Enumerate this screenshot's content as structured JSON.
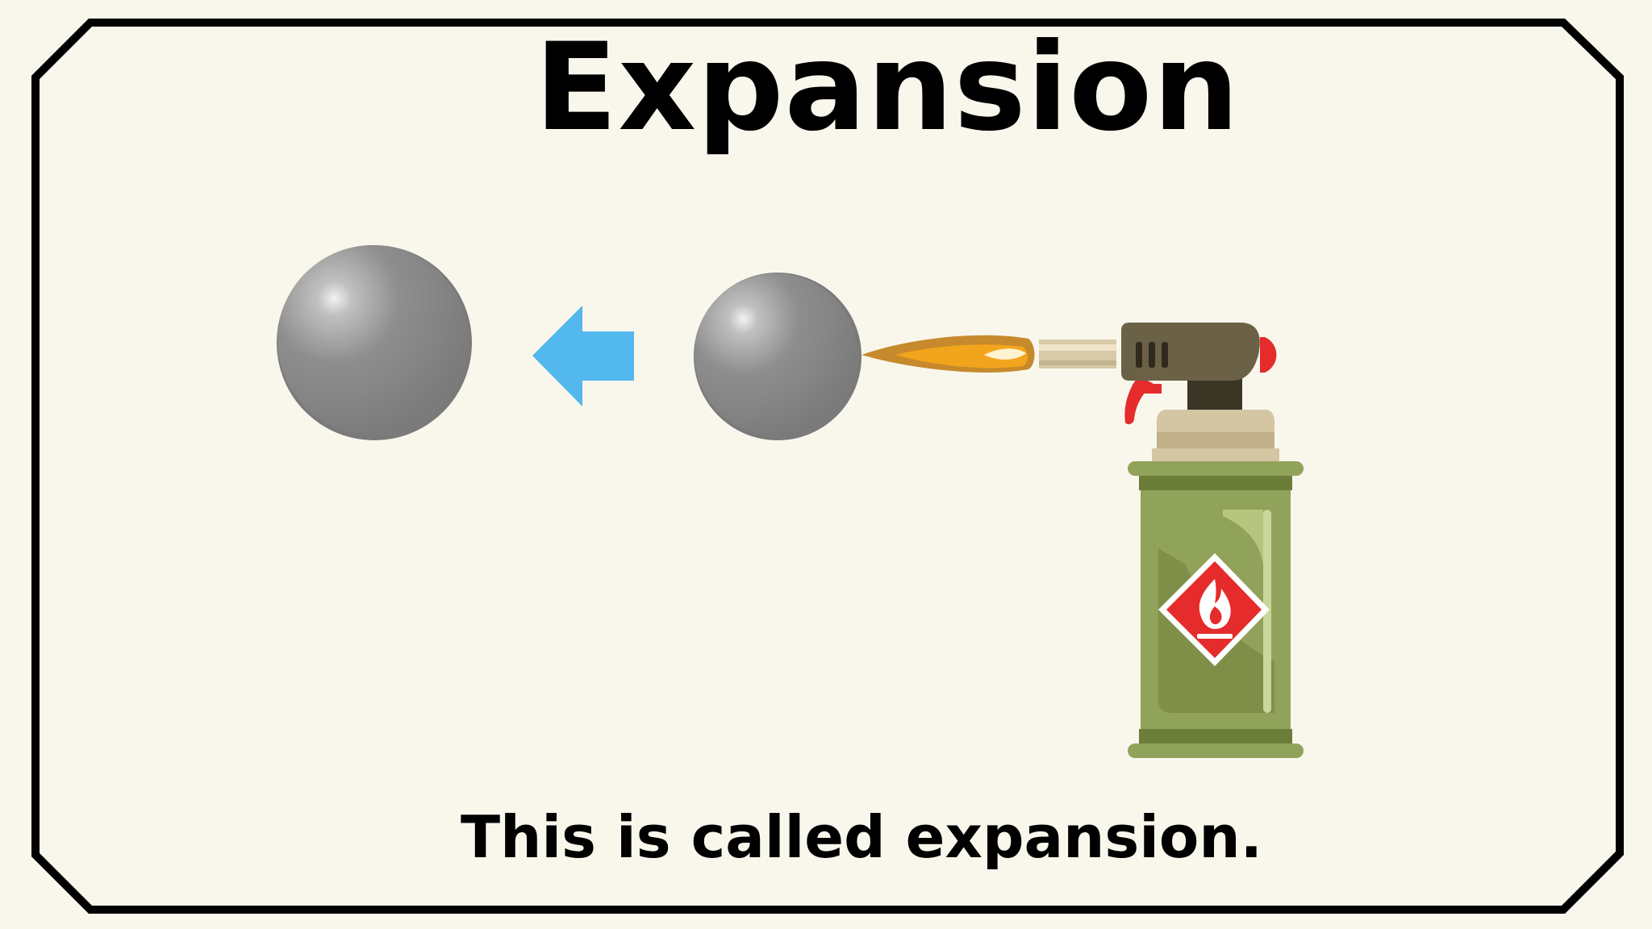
{
  "slide": {
    "title": "Expansion",
    "caption": "This is called expansion."
  },
  "icons": [
    "expanded-ball",
    "blue-arrow-left-icon",
    "original-ball",
    "flame",
    "blowtorch",
    "flammable-hazard-icon"
  ],
  "colors": {
    "background": "#f9f7ec",
    "frame": "#000000",
    "ball": "#808080",
    "arrow": "#52b8ee",
    "flame_outer": "#c68a2c",
    "flame_inner": "#f2a51c",
    "canister": "#91a35a",
    "torch_head": "#6b6146",
    "hazard_red": "#e52b2b"
  }
}
